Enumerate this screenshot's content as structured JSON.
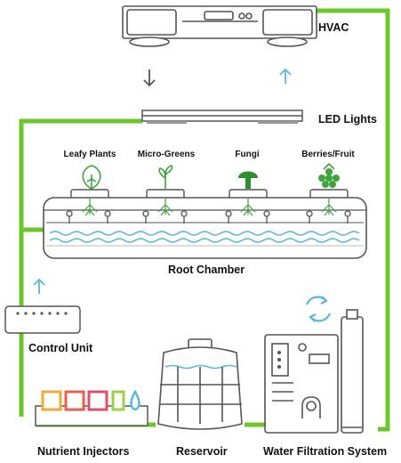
{
  "labels": {
    "hvac": "HVAC",
    "led_lights": "LED Lights",
    "leafy_plants": "Leafy Plants",
    "micro_greens": "Micro-Greens",
    "fungi": "Fungi",
    "berries_fruit": "Berries/Fruit",
    "root_chamber": "Root Chamber",
    "control_unit": "Control Unit",
    "nutrient_injectors": "Nutrient Injectors",
    "reservoir": "Reservoir",
    "water_filtration": "Water Filtration System"
  },
  "colors": {
    "pipe_green": "#6cc82a",
    "water_blue": "#5bb6e0",
    "outline": "#555555",
    "plant_green": "#3ea53a",
    "injector_1": "#f2a93b",
    "injector_2": "#e2604d",
    "injector_3": "#e0506a",
    "injector_4": "#9ccf4a",
    "injector_5": "#5bb6e0"
  },
  "icons": {
    "arrow_down": "arrow-down-icon",
    "arrow_up": "arrow-up-icon",
    "recycle": "recycle-icon"
  }
}
